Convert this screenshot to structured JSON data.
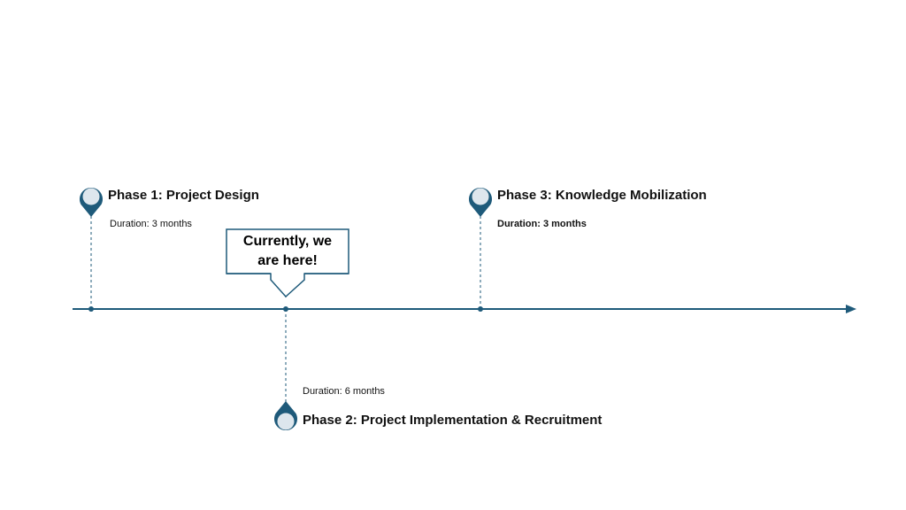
{
  "colors": {
    "line": "#1e5a7a",
    "pin": "#1e5a7a",
    "pin_fill": "#dde6ed",
    "callout_border": "#1e5a7a",
    "text": "#111111"
  },
  "phases": [
    {
      "title": "Phase 1: Project Design",
      "duration": "Duration: 3 months",
      "icon": "map-pin-icon"
    },
    {
      "title": "Phase 2: Project Implementation & Recruitment",
      "duration": "Duration: 6 months",
      "icon": "map-pin-icon"
    },
    {
      "title": "Phase 3: Knowledge Mobilization",
      "duration": "Duration: 3 months",
      "icon": "map-pin-icon"
    }
  ],
  "callout": {
    "text": "Currently, we are here!"
  }
}
